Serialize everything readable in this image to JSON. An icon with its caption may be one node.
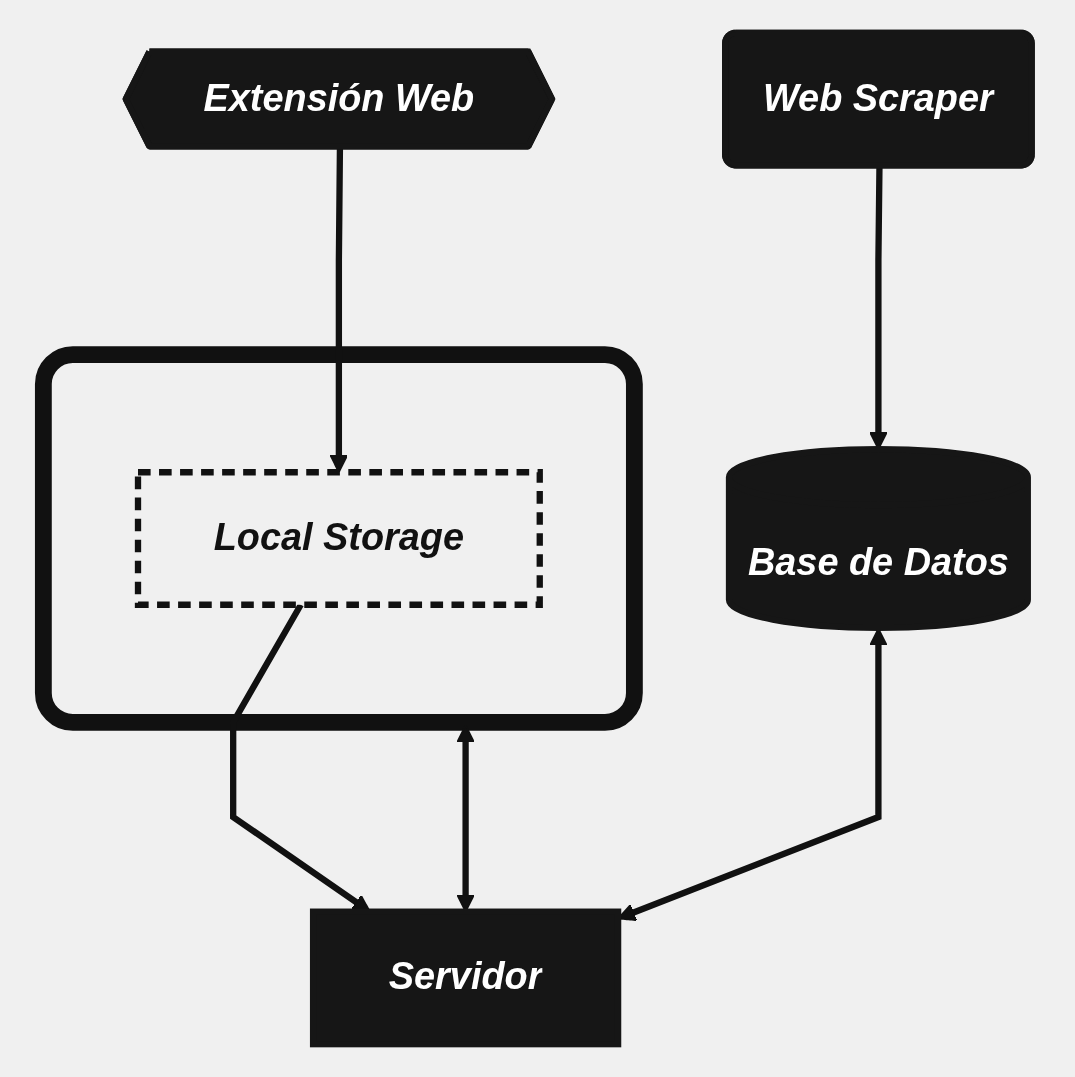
{
  "diagram": {
    "nodes": [
      {
        "text": [
          "Web Scraper"
        ]
      },
      {
        "text": [],
        "shape": "picture"
      },
      {
        "text": [
          "Local Storage"
        ],
        "in": 1
      },
      {
        "text": [
          "Base de Datos"
        ]
      },
      {
        "text": [
          "Extensión Web"
        ]
      },
      {
        "text": [
          "Servidor"
        ]
      }
    ],
    "edges": [
      {
        "from": 0,
        "to": 3,
        "arrow": "to"
      },
      {
        "from": 4,
        "to": 2,
        "arrow": "to"
      },
      {
        "from": 2,
        "to": 5,
        "arrow": "to"
      },
      {
        "from": 1,
        "to": 5,
        "arrow": "both"
      },
      {
        "from": 3,
        "to": 5,
        "arrow": "both"
      }
    ]
  }
}
